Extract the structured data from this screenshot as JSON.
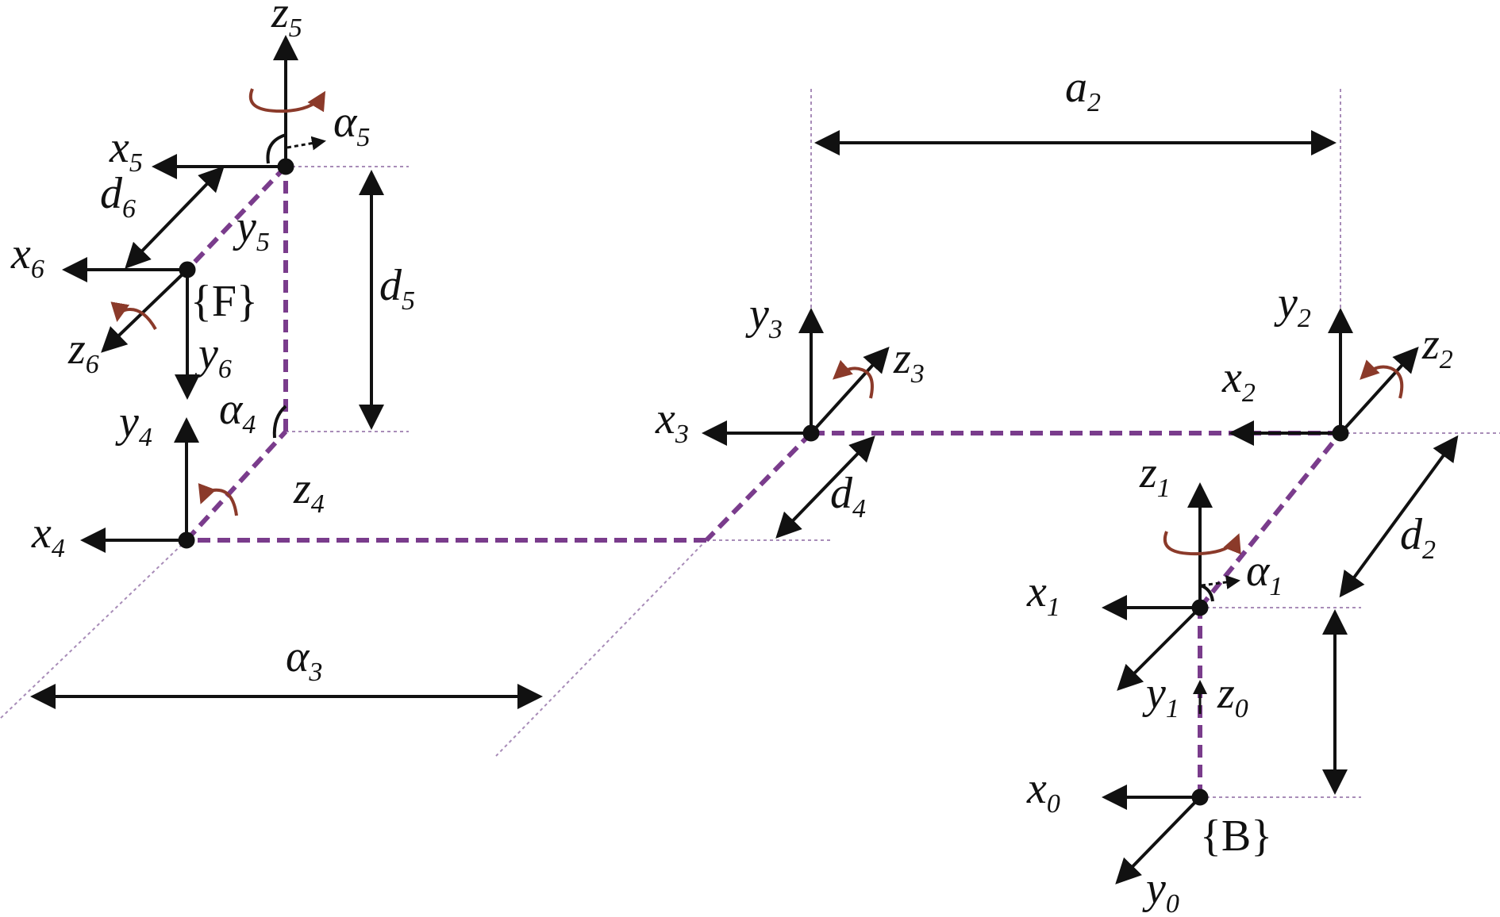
{
  "colors": {
    "axis": "#111111",
    "link": "#7a3c8c",
    "guide": "#a88cb8",
    "rotation": "#8b3a2a"
  },
  "labels": {
    "z5": {
      "main": "z",
      "sub": "5"
    },
    "x5": {
      "main": "x",
      "sub": "5"
    },
    "y5": {
      "main": "y",
      "sub": "5"
    },
    "alpha5": {
      "main": "α",
      "sub": "5"
    },
    "d6": {
      "main": "d",
      "sub": "6"
    },
    "x6": {
      "main": "x",
      "sub": "6"
    },
    "y6": {
      "main": "y",
      "sub": "6"
    },
    "z6": {
      "main": "z",
      "sub": "6"
    },
    "frame_F": "{F}",
    "d5": {
      "main": "d",
      "sub": "5"
    },
    "alpha4": {
      "main": "α",
      "sub": "4"
    },
    "y4": {
      "main": "y",
      "sub": "4"
    },
    "x4": {
      "main": "x",
      "sub": "4"
    },
    "z4": {
      "main": "z",
      "sub": "4"
    },
    "alpha3": {
      "main": "α",
      "sub": "3"
    },
    "a2": {
      "main": "a",
      "sub": "2"
    },
    "y3": {
      "main": "y",
      "sub": "3"
    },
    "z3": {
      "main": "z",
      "sub": "3"
    },
    "x3": {
      "main": "x",
      "sub": "3"
    },
    "d4": {
      "main": "d",
      "sub": "4"
    },
    "y2": {
      "main": "y",
      "sub": "2"
    },
    "z2": {
      "main": "z",
      "sub": "2"
    },
    "x2": {
      "main": "x",
      "sub": "2"
    },
    "d2": {
      "main": "d",
      "sub": "2"
    },
    "z1": {
      "main": "z",
      "sub": "1"
    },
    "alpha1": {
      "main": "α",
      "sub": "1"
    },
    "x1": {
      "main": "x",
      "sub": "1"
    },
    "y1": {
      "main": "y",
      "sub": "1"
    },
    "z0": {
      "main": "z",
      "sub": "0"
    },
    "x0": {
      "main": "x",
      "sub": "0"
    },
    "y0": {
      "main": "y",
      "sub": "0"
    },
    "frame_B": "{B}"
  }
}
